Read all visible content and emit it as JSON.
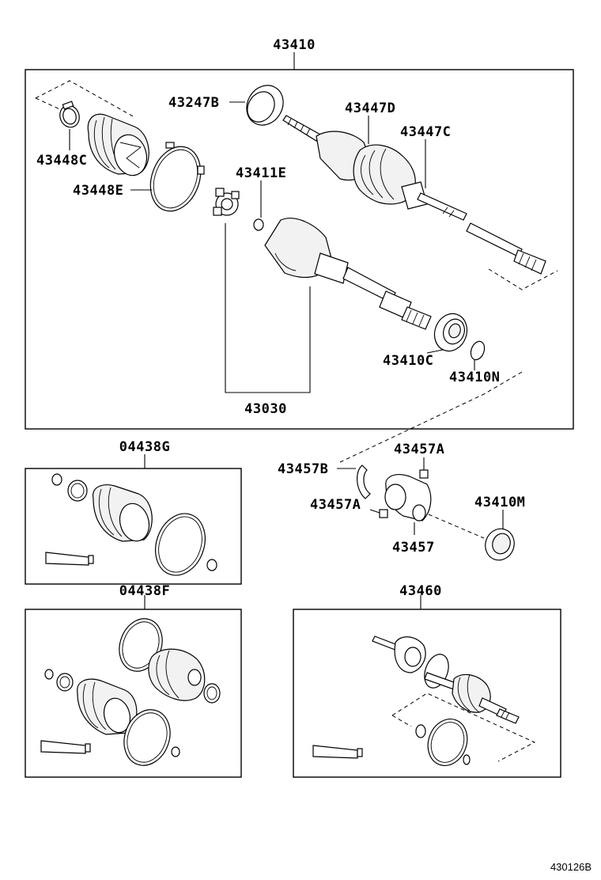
{
  "labels": {
    "top_assembly": "43410",
    "seal_43247B": "43247B",
    "boot_clamp_small": "43448C",
    "boot_clamp_large": "43448E",
    "snap_ring": "43411E",
    "boot_43447D": "43447D",
    "boot_43447C": "43447C",
    "inner_joint": "43030",
    "bearing": "43410C",
    "ring_43410N": "43410N",
    "kit_04438G": "04438G",
    "kit_04438F": "04438F",
    "bracket_ring": "43457B",
    "bolt_top": "43457A",
    "bolt_bottom": "43457A",
    "bracket": "43457",
    "seal_43410M": "43410M",
    "assembly_43460": "43460"
  },
  "footer": {
    "diagram_code": "430126B"
  }
}
